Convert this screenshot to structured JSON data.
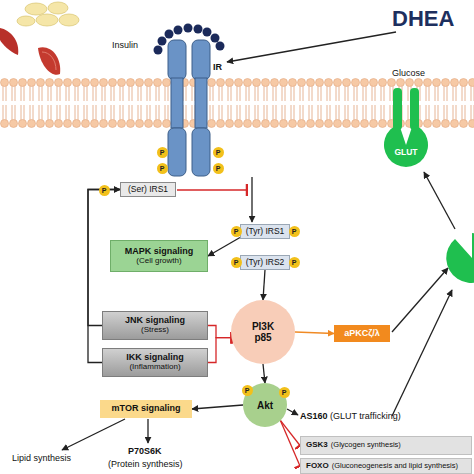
{
  "diagram": {
    "title": "DHEA",
    "nodes": [
      {
        "text": [
          "GLUT"
        ]
      },
      {
        "text": [
          "(Ser) IRS1"
        ]
      },
      {
        "text": [
          "(Tyr) IRS1"
        ]
      },
      {
        "text": [
          "MAPK signaling",
          "(Cell growth)"
        ]
      },
      {
        "text": [
          "(Tyr) IRS2"
        ]
      },
      {
        "text": [
          "JNK signaling",
          "(Stress)"
        ]
      },
      {
        "text": [
          "PI3K p85"
        ]
      },
      {
        "text": [
          "aPKCζ/λ"
        ]
      },
      {
        "text": [
          "IKK signaling",
          "(Inflammation)"
        ]
      },
      {
        "text": [
          "mTOR signaling"
        ]
      },
      {
        "text": [
          "Akt"
        ]
      },
      {
        "text": [
          "GSK3",
          "(Glycogen synthesis)"
        ]
      },
      {
        "text": [
          "FOXO",
          "(Gluconeogenesis and lipid synthesis)"
        ]
      }
    ],
    "edges": [
      {
        "from": 2,
        "to": 3,
        "arrow": "to"
      },
      {
        "from": 4,
        "to": 6,
        "arrow": "to"
      },
      {
        "from": 5,
        "to": 6,
        "arrow": "to"
      },
      {
        "from": 8,
        "to": 6,
        "arrow": "to"
      },
      {
        "from": 5,
        "to": 1,
        "arrow": "to"
      },
      {
        "from": 8,
        "to": 1,
        "arrow": "to"
      },
      {
        "from": 6,
        "to": 7,
        "arrow": "to"
      },
      {
        "from": 6,
        "to": 10,
        "arrow": "to"
      },
      {
        "from": 10,
        "to": 9,
        "arrow": "to"
      },
      {
        "from": 10,
        "to": 11,
        "arrow": "to"
      },
      {
        "from": 10,
        "to": 12,
        "arrow": "to"
      }
    ],
    "labels": [
      "Insulin",
      "IR",
      "Glucose",
      "P",
      "P",
      "P",
      "P",
      "P",
      "P",
      "P",
      "P",
      "P",
      "P",
      "P",
      "AS160",
      "(GLUT trafficking)",
      "Lipid synthesis",
      "P70S6K",
      "(Protein synthesis)"
    ]
  }
}
